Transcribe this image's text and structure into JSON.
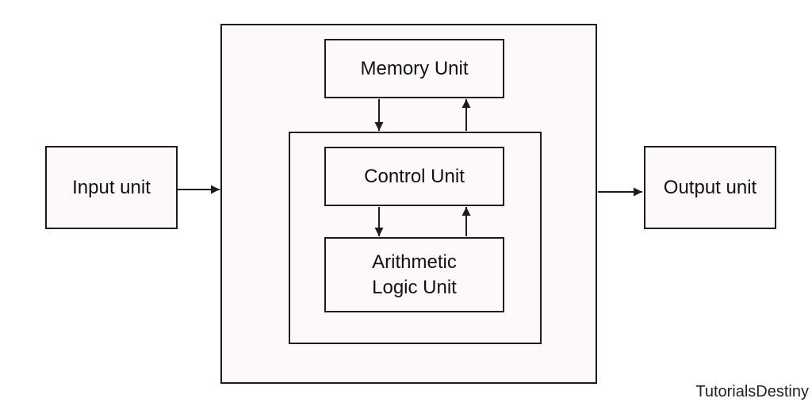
{
  "diagram": {
    "blocks": {
      "input": "Input unit",
      "memory": "Memory Unit",
      "control": "Control Unit",
      "alu_line1": "Arithmetic",
      "alu_line2": "Logic Unit",
      "output": "Output unit"
    },
    "watermark": "TutorialsDestiny"
  },
  "colors": {
    "line": "#1c1c1c",
    "box_fill": "#fdf9fb"
  }
}
